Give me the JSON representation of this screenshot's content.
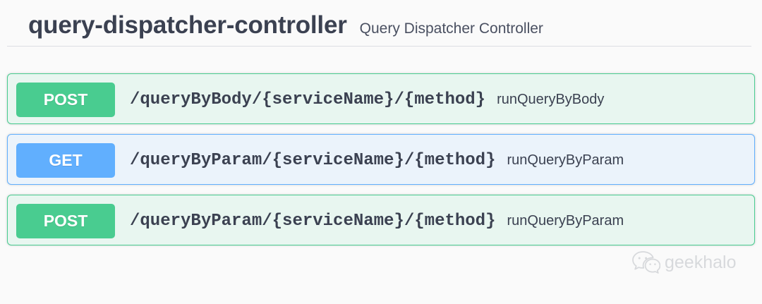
{
  "tag": {
    "name": "query-dispatcher-controller",
    "description": "Query Dispatcher Controller"
  },
  "operations": [
    {
      "method": "POST",
      "method_key": "post",
      "path": "/queryByBody/{serviceName}/{method}",
      "summary": "runQueryByBody"
    },
    {
      "method": "GET",
      "method_key": "get",
      "path": "/queryByParam/{serviceName}/{method}",
      "summary": "runQueryByParam"
    },
    {
      "method": "POST",
      "method_key": "post",
      "path": "/queryByParam/{serviceName}/{method}",
      "summary": "runQueryByParam"
    }
  ],
  "watermark": {
    "label": "geekhalo",
    "icon": "wechat-icon"
  },
  "colors": {
    "post": "#49cc90",
    "post_bg": "#e8f6f0",
    "get": "#61affe",
    "get_bg": "#ebf3fb",
    "text": "#3b4151",
    "page_bg": "#fafafa",
    "divider": "#dcdee3"
  }
}
